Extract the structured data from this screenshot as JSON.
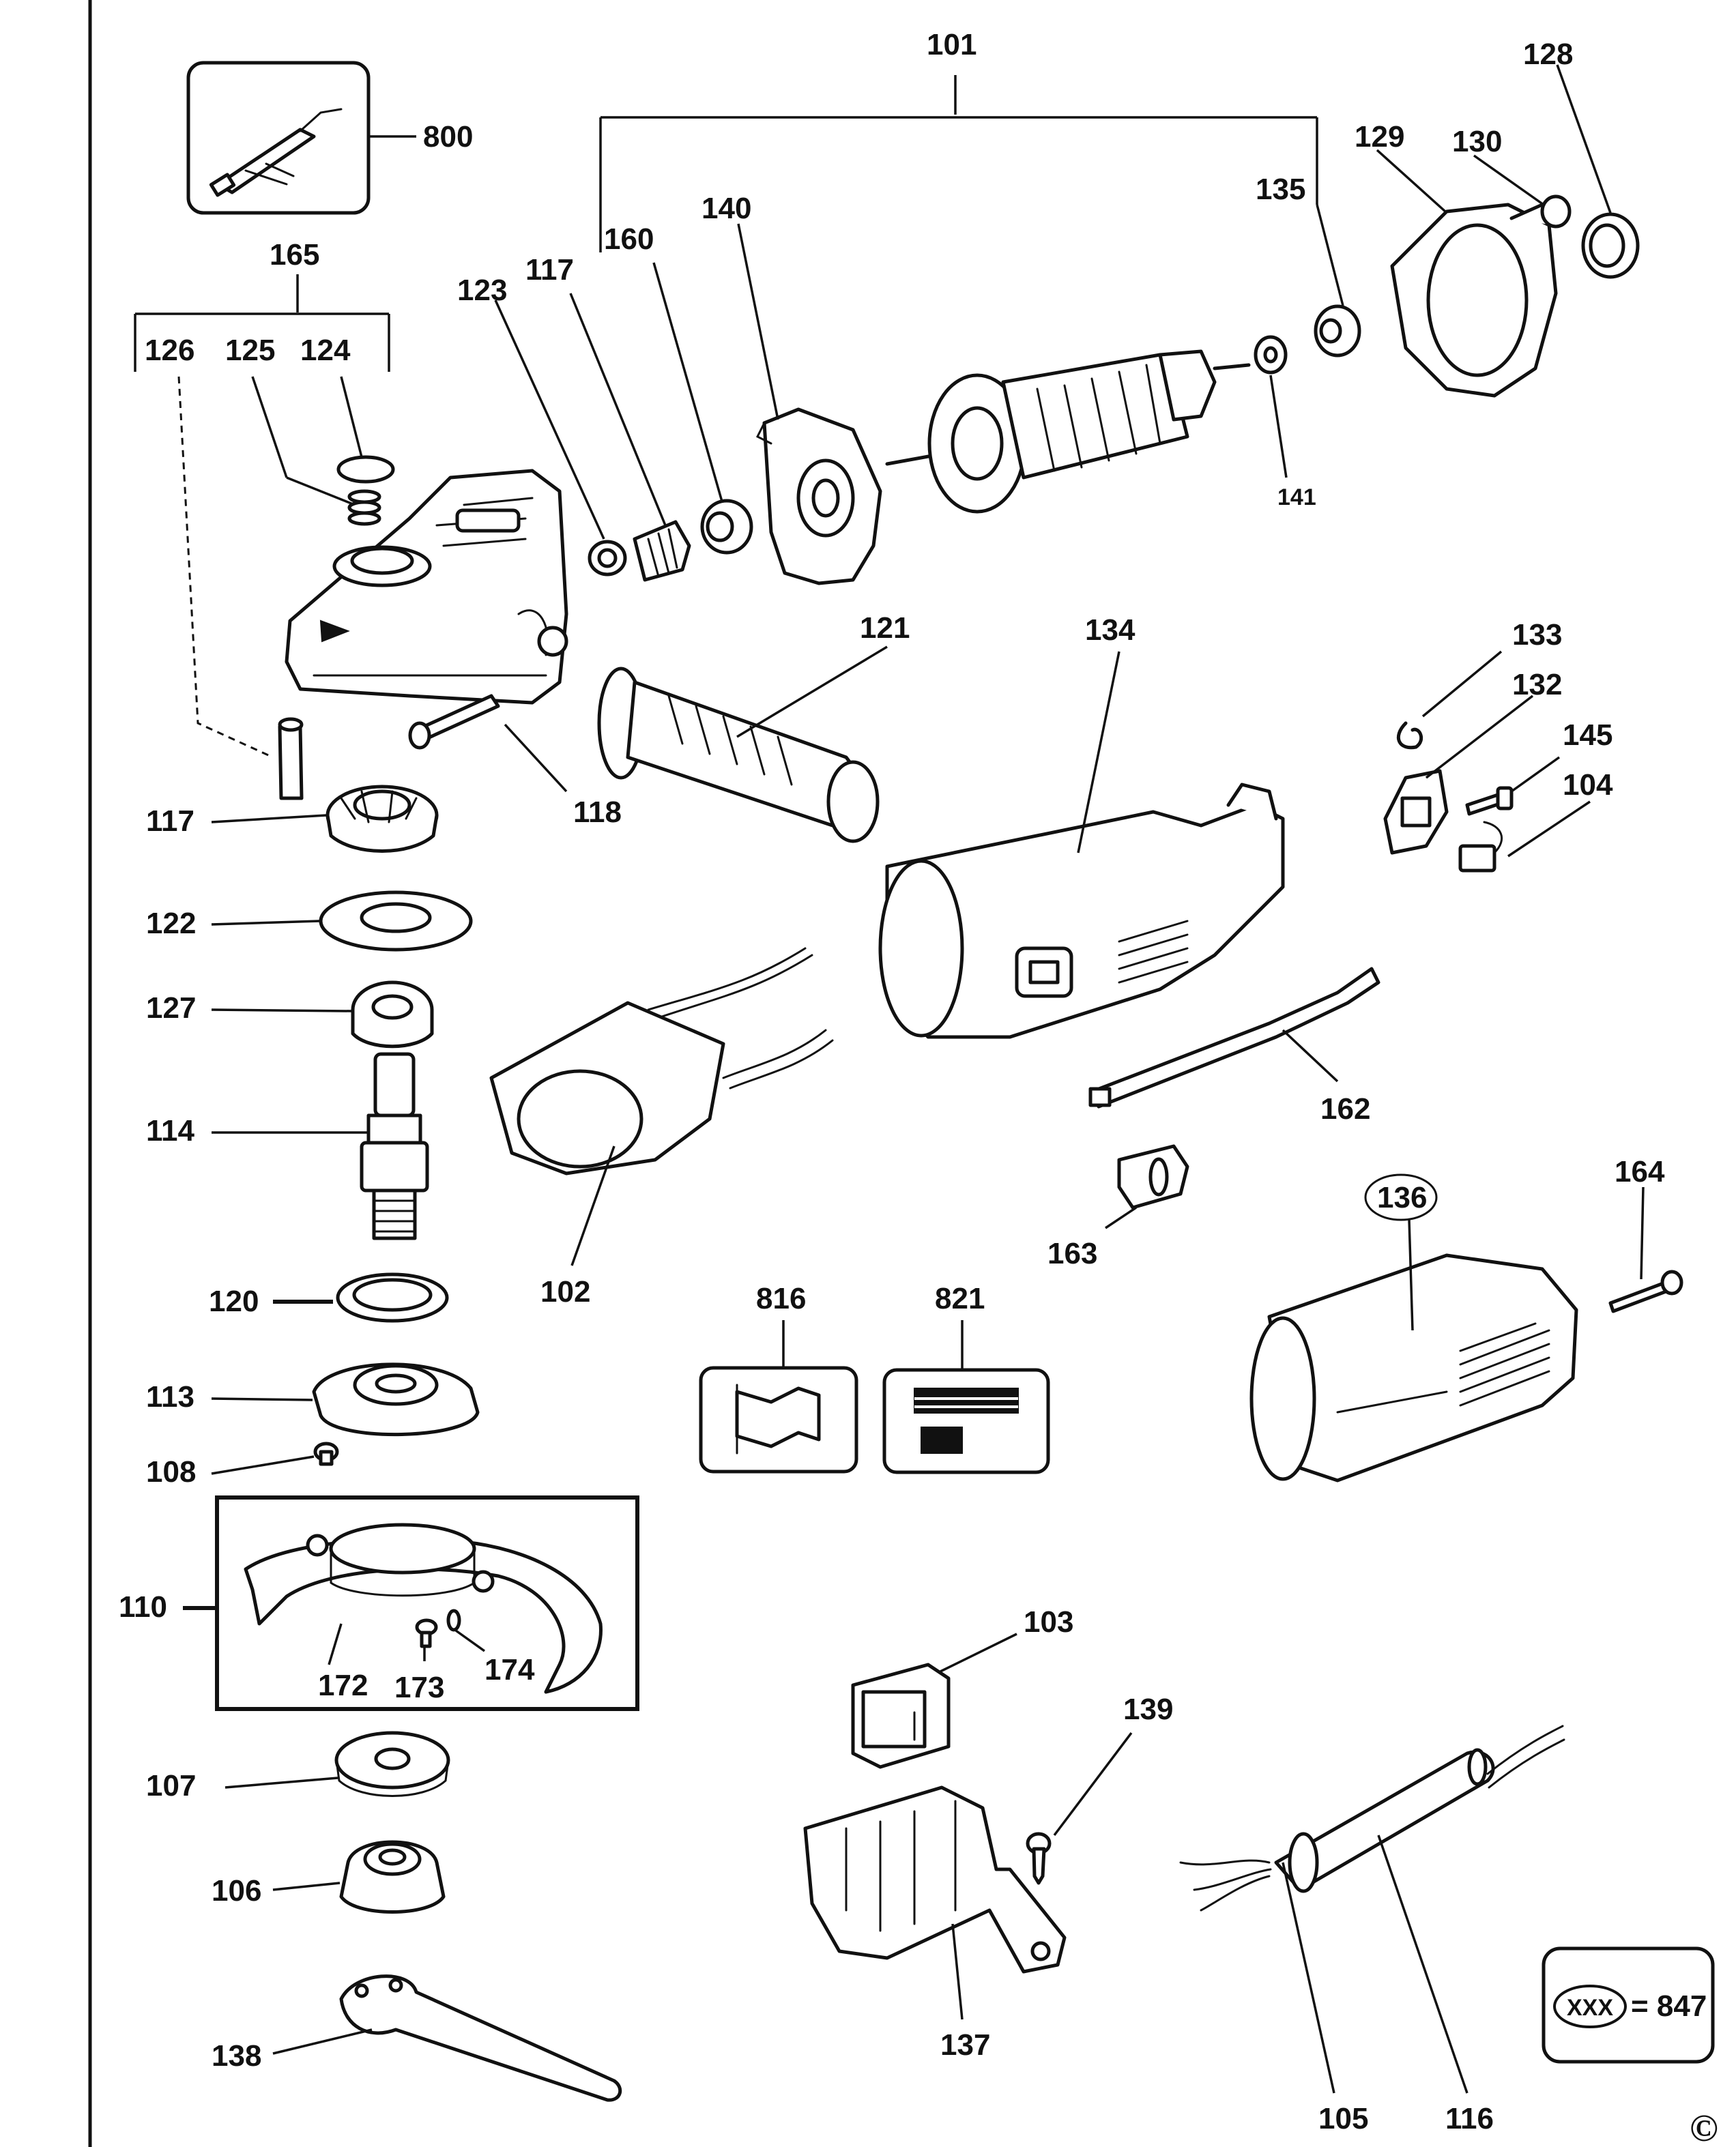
{
  "labels": {
    "p101": "101",
    "p128": "128",
    "p129": "129",
    "p130": "130",
    "p800": "800",
    "p135": "135",
    "p140": "140",
    "p160": "160",
    "p117a": "117",
    "p123": "123",
    "p165": "165",
    "p126": "126",
    "p125": "125",
    "p124": "124",
    "p141": "141",
    "p121": "121",
    "p134": "134",
    "p133": "133",
    "p132": "132",
    "p145": "145",
    "p104": "104",
    "p118": "118",
    "p117b": "117",
    "p122": "122",
    "p127": "127",
    "p114": "114",
    "p102": "102",
    "p162": "162",
    "p163": "163",
    "p164": "164",
    "p136": "136",
    "p120": "120",
    "p816": "816",
    "p821": "821",
    "p113": "113",
    "p108": "108",
    "p110": "110",
    "p172": "172",
    "p173": "173",
    "p174": "174",
    "p103": "103",
    "p139": "139",
    "p107": "107",
    "p106": "106",
    "p137": "137",
    "p138": "138",
    "p105": "105",
    "p116": "116"
  },
  "legend": {
    "code": "XXX",
    "text": "= 847"
  },
  "copyright": "©"
}
